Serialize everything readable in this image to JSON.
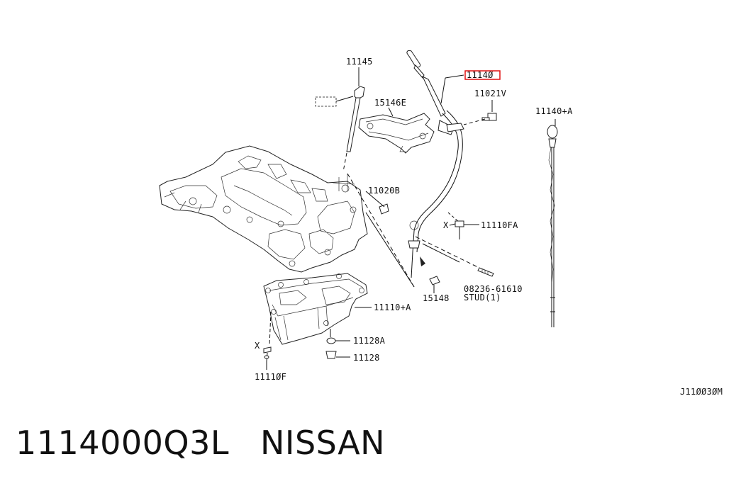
{
  "labels": {
    "p11145": "11145",
    "p11140": "1114Ø",
    "p15146e": "15146E",
    "p11021v": "11021V",
    "p11140a": "11140+A",
    "p11020b": "11020B",
    "p11110fa": "11110FA",
    "x_upper": "X",
    "p08236": "08236-61610",
    "stud": "STUD(1)",
    "p15148": "15148",
    "p11110a": "11110+A",
    "p11128a": "11128A",
    "p11128": "11128",
    "x_lower": "X",
    "p11110f": "1111ØF",
    "ref": "J11ØØ3ØM"
  },
  "footer": {
    "part_number": "1114000Q3L",
    "brand": "NISSAN"
  },
  "colors": {
    "highlight": "#e01010",
    "ink": "#111111"
  }
}
